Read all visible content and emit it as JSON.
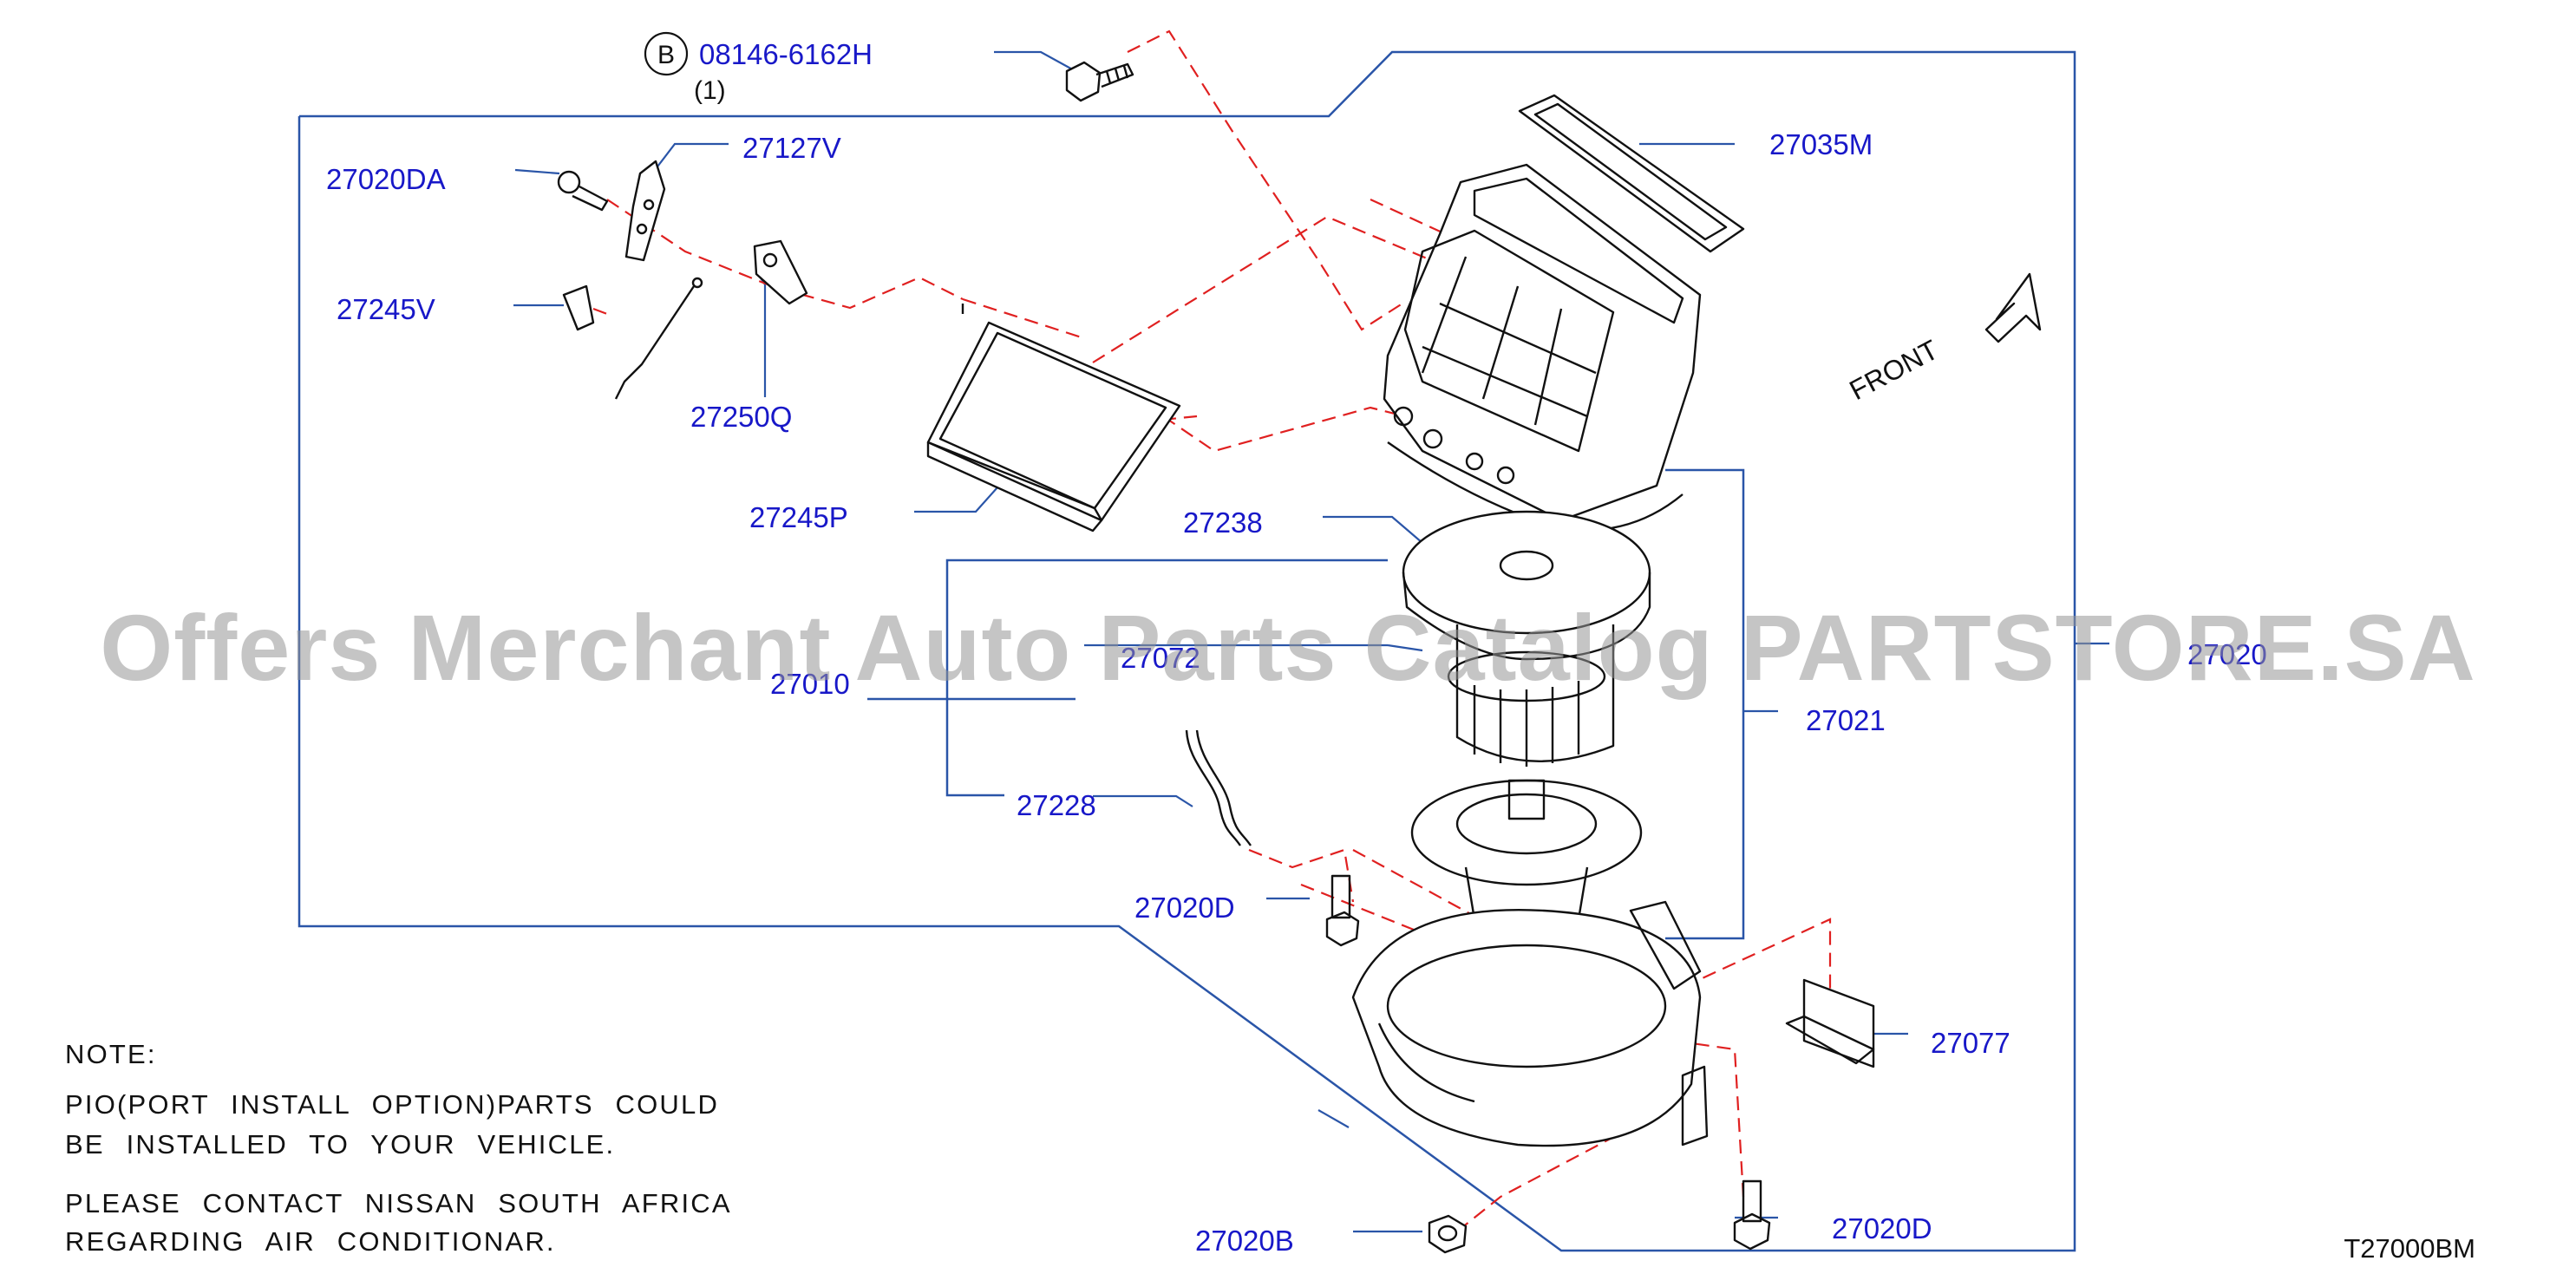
{
  "parts": {
    "p08146": "08146-6162H",
    "p08146_qty": "(1)",
    "p08146_circle": "B",
    "p27035M": "27035M",
    "p27127V": "27127V",
    "p27020DA": "27020DA",
    "p27245V": "27245V",
    "p27250Q": "27250Q",
    "p27245P": "27245P",
    "p27238": "27238",
    "p27072": "27072",
    "p27010": "27010",
    "p27020": "27020",
    "p27021": "27021",
    "p27228": "27228",
    "p27020D_a": "27020D",
    "p27020D_b": "27020D",
    "p27077": "27077",
    "p27020B": "27020B"
  },
  "front_label": "FRONT",
  "note": {
    "title": "NOTE:",
    "line1": "PIO(PORT INSTALL OPTION)PARTS COULD",
    "line2": "BE INSTALLED TO YOUR VEHICLE.",
    "line3": "PLEASE CONTACT NISSAN SOUTH AFRICA",
    "line4": "REGARDING AIR CONDITIONAR."
  },
  "diagram_code": "T27000BM",
  "watermark": "Offers Merchant Auto Parts Catalog PARTSTORE.SA",
  "colors": {
    "label": "#1818c8",
    "leader": "#2a55a8",
    "dashed": "#e02020",
    "drawing": "#111111"
  }
}
